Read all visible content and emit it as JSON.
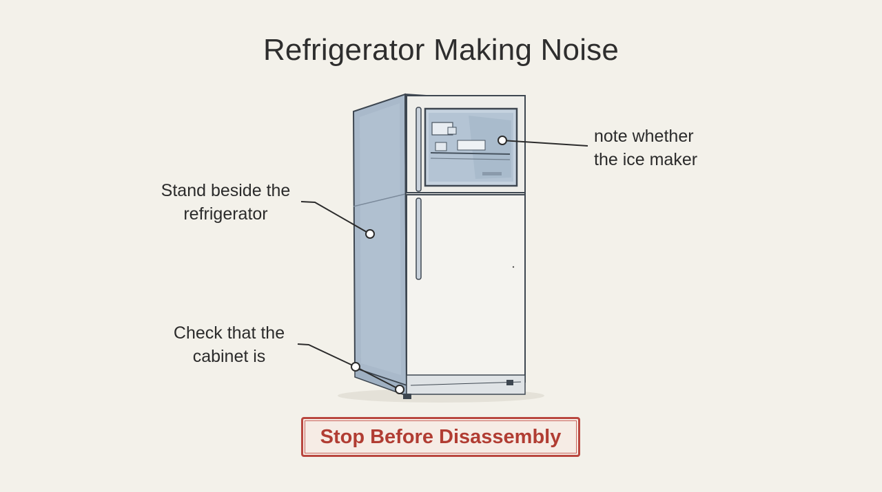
{
  "title": "Refrigerator Making Noise",
  "callouts": {
    "ice_maker": {
      "line1": "note whether",
      "line2": "the ice maker"
    },
    "stand": {
      "line1": "Stand beside the",
      "line2": "refrigerator"
    },
    "cabinet": {
      "line1": "Check that the",
      "line2": "cabinet is"
    }
  },
  "warning_button": "Stop Before Disassembly",
  "colors": {
    "background": "#f3f1ea",
    "fridge_side": "#a9b9ca",
    "fridge_front": "#f4f3ef",
    "outline": "#3d4650",
    "warning": "#b9473f"
  }
}
